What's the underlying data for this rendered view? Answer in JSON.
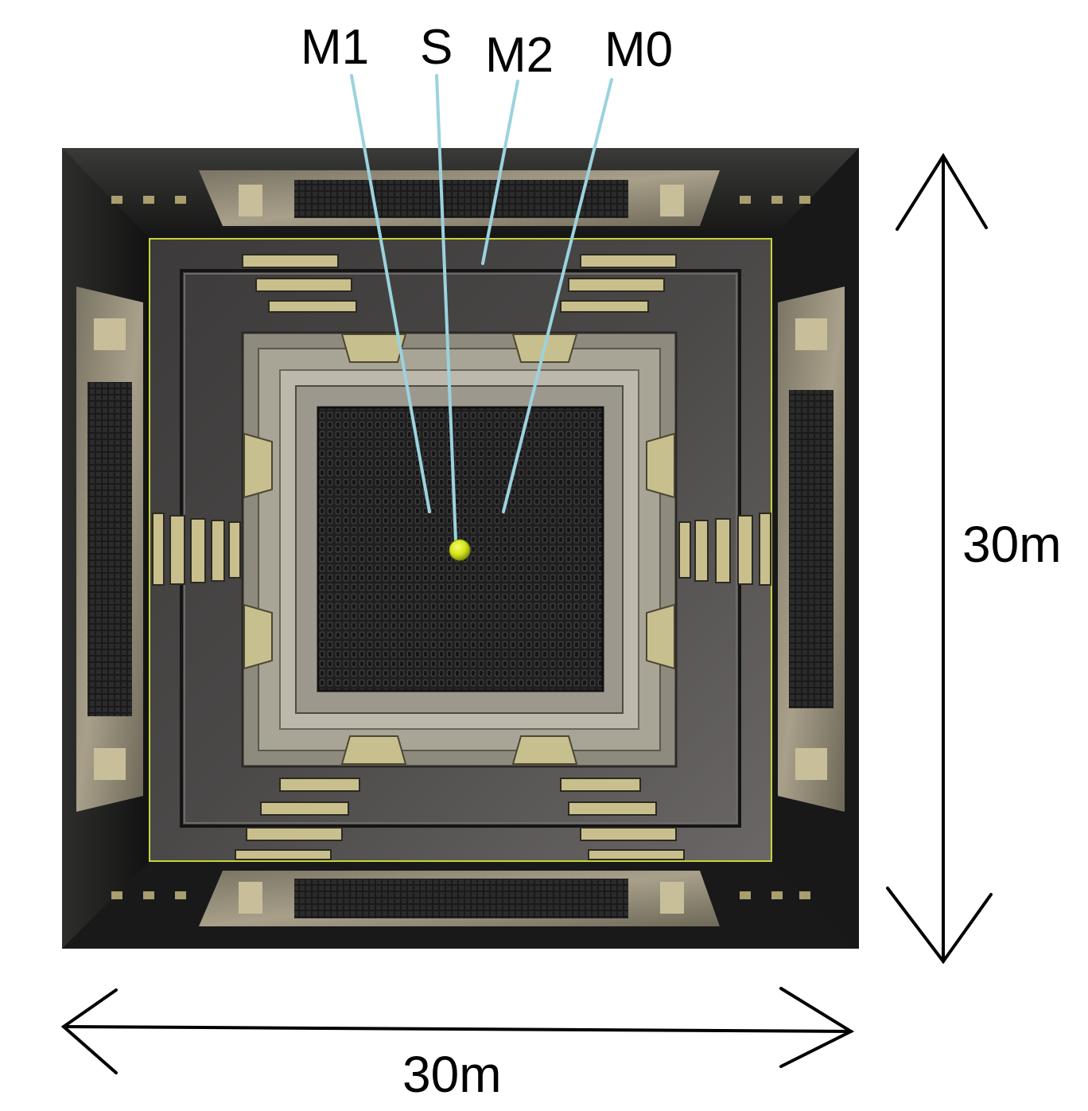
{
  "labels": {
    "m1": "M1",
    "s": "S",
    "m2": "M2",
    "m0": "M0"
  },
  "dimensions": {
    "height": "30m",
    "width": "30m"
  },
  "colors": {
    "leader_line": "#9ad3de",
    "source_sphere": "#d4e21a",
    "inner_frame": "#c8d43a",
    "trim": "#b8ad86",
    "wall_dark": "#1c1c1c",
    "floor_grate": "#2a2a2a"
  }
}
